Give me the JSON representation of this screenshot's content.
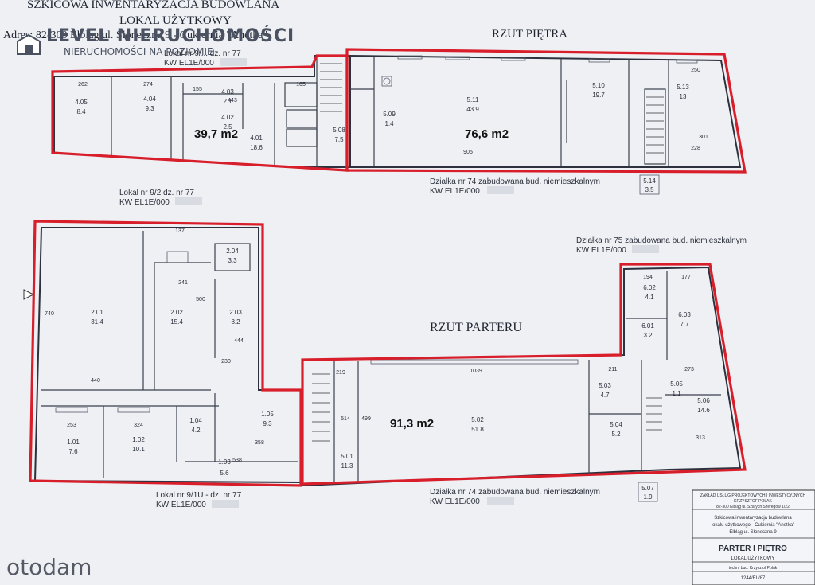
{
  "header": {
    "doc_title": "SZKICOWA INWENTARYZACJA BUDOWLANA",
    "doc_subtitle": "LOKAL UŻYTKOWY",
    "address": "Adres: 82-300 Elbląg ul. Słoneczna 9 - Cukiernia \"Anetka\"",
    "agency_name": "LEVEL NIERUCHOMOŚCI",
    "agency_tagline": "NIERUCHOMOŚCI NA POZIOMIE"
  },
  "floors": {
    "upper_title": "RZUT PIĘTRA",
    "ground_title": "RZUT PARTERU"
  },
  "areas": {
    "upper_left": "39,7 m2",
    "upper_right": "76,6 m2",
    "ground_right": "91,3 m2"
  },
  "notes": {
    "kw_top_line1": "Lokal nr 9/... dz. nr 77",
    "kw_top_line2": "KW EL1E/000",
    "lokal_92_line1": "Lokal nr 9/2 dz. nr 77",
    "lokal_92_line2": "KW EL1E/000",
    "dz74_top_line1": "Działka nr 74 zabudowana bud. niemieszkalnym",
    "dz74_top_line2": "KW EL1E/000",
    "dz75_line1": "Działka nr 75 zabudowana bud. niemieszkalnym",
    "dz75_line2": "KW EL1E/000",
    "lokal_91u_line1": "Lokal nr 9/1U - dz. nr 77",
    "lokal_91u_line2": "KW EL1E/000",
    "dz74_bottom_line1": "Działka nr 74 zabudowana bud. niemieszkalnym",
    "dz74_bottom_line2": "KW EL1E/000"
  },
  "rooms_upper": [
    {
      "id": "4.05",
      "area": "8.4"
    },
    {
      "id": "4.04",
      "area": "9.3"
    },
    {
      "id": "4.03",
      "area": "2.1"
    },
    {
      "id": "4.02",
      "area": "2.5"
    },
    {
      "id": "4.01",
      "area": "18.6"
    },
    {
      "id": "5.08",
      "area": "7.5"
    },
    {
      "id": "5.09",
      "area": "1.4"
    },
    {
      "id": "5.11",
      "area": "43.9"
    },
    {
      "id": "5.10",
      "area": "19.7"
    },
    {
      "id": "5.13",
      "area": "13"
    },
    {
      "id": "5.14",
      "area": "3.5"
    }
  ],
  "rooms_ground": [
    {
      "id": "2.01",
      "area": "31.4"
    },
    {
      "id": "2.02",
      "area": "15.4"
    },
    {
      "id": "2.04",
      "area": "3.3"
    },
    {
      "id": "2.03",
      "area": "8.2"
    },
    {
      "id": "1.01",
      "area": "7.6"
    },
    {
      "id": "1.02",
      "area": "10.1"
    },
    {
      "id": "1.04",
      "area": "4.2"
    },
    {
      "id": "1.05",
      "area": "9.3"
    },
    {
      "id": "1.03",
      "area": "5.6"
    },
    {
      "id": "5.01",
      "area": "11.3"
    },
    {
      "id": "5.02",
      "area": "51.8"
    },
    {
      "id": "5.03",
      "area": "4.7"
    },
    {
      "id": "5.04",
      "area": "5.2"
    },
    {
      "id": "5.05",
      "area": "1.1"
    },
    {
      "id": "5.06",
      "area": "14.6"
    },
    {
      "id": "6.02",
      "area": "4.1"
    },
    {
      "id": "6.03",
      "area": "7.7"
    },
    {
      "id": "6.01",
      "area": "3.2"
    },
    {
      "id": "5.07",
      "area": "1.9"
    }
  ],
  "dims": {
    "d262": "262",
    "d274": "274",
    "d155": "155",
    "d443": "443",
    "d165": "165",
    "d905": "905",
    "d250": "250",
    "d301": "301",
    "d228": "228",
    "d440": "440",
    "d241": "241",
    "d137": "137",
    "d500": "500",
    "d444": "444",
    "d230": "230",
    "d740": "740",
    "d253": "253",
    "d324": "324",
    "d358": "358",
    "d538": "538",
    "d1039": "1039",
    "d514": "514",
    "d499": "499",
    "d313": "313",
    "d219": "219",
    "d211": "211",
    "d273": "273",
    "d194": "194",
    "d177": "177"
  },
  "title_block": {
    "company_line1": "ZAKŁAD USŁUG PROJEKTOWYCH I INWESTYCYJNYCH",
    "company_line2": "KRZYSZTOF POLAK",
    "company_line3": "82-300 Elbląg ul. Szarych Szeregów 1/22",
    "desc_line1": "Szkicowa inwentaryzacja budowlana",
    "desc_line2": "lokalu użytkowego - Cukiernia \"Anetka\"",
    "desc_line3": "Elbląg ul. Słoneczna 9",
    "sheet_title": "PARTER I PIĘTRO",
    "sheet_subtitle": "LOKAL UŻYTKOWY",
    "author_row": "techn. bud. Krzysztof Polak",
    "number_row": "1244/EL/87"
  },
  "watermark": "otodam",
  "colors": {
    "boundary": "#d81e2a",
    "paper": "#eef0f4",
    "ink": "#2c313d"
  }
}
